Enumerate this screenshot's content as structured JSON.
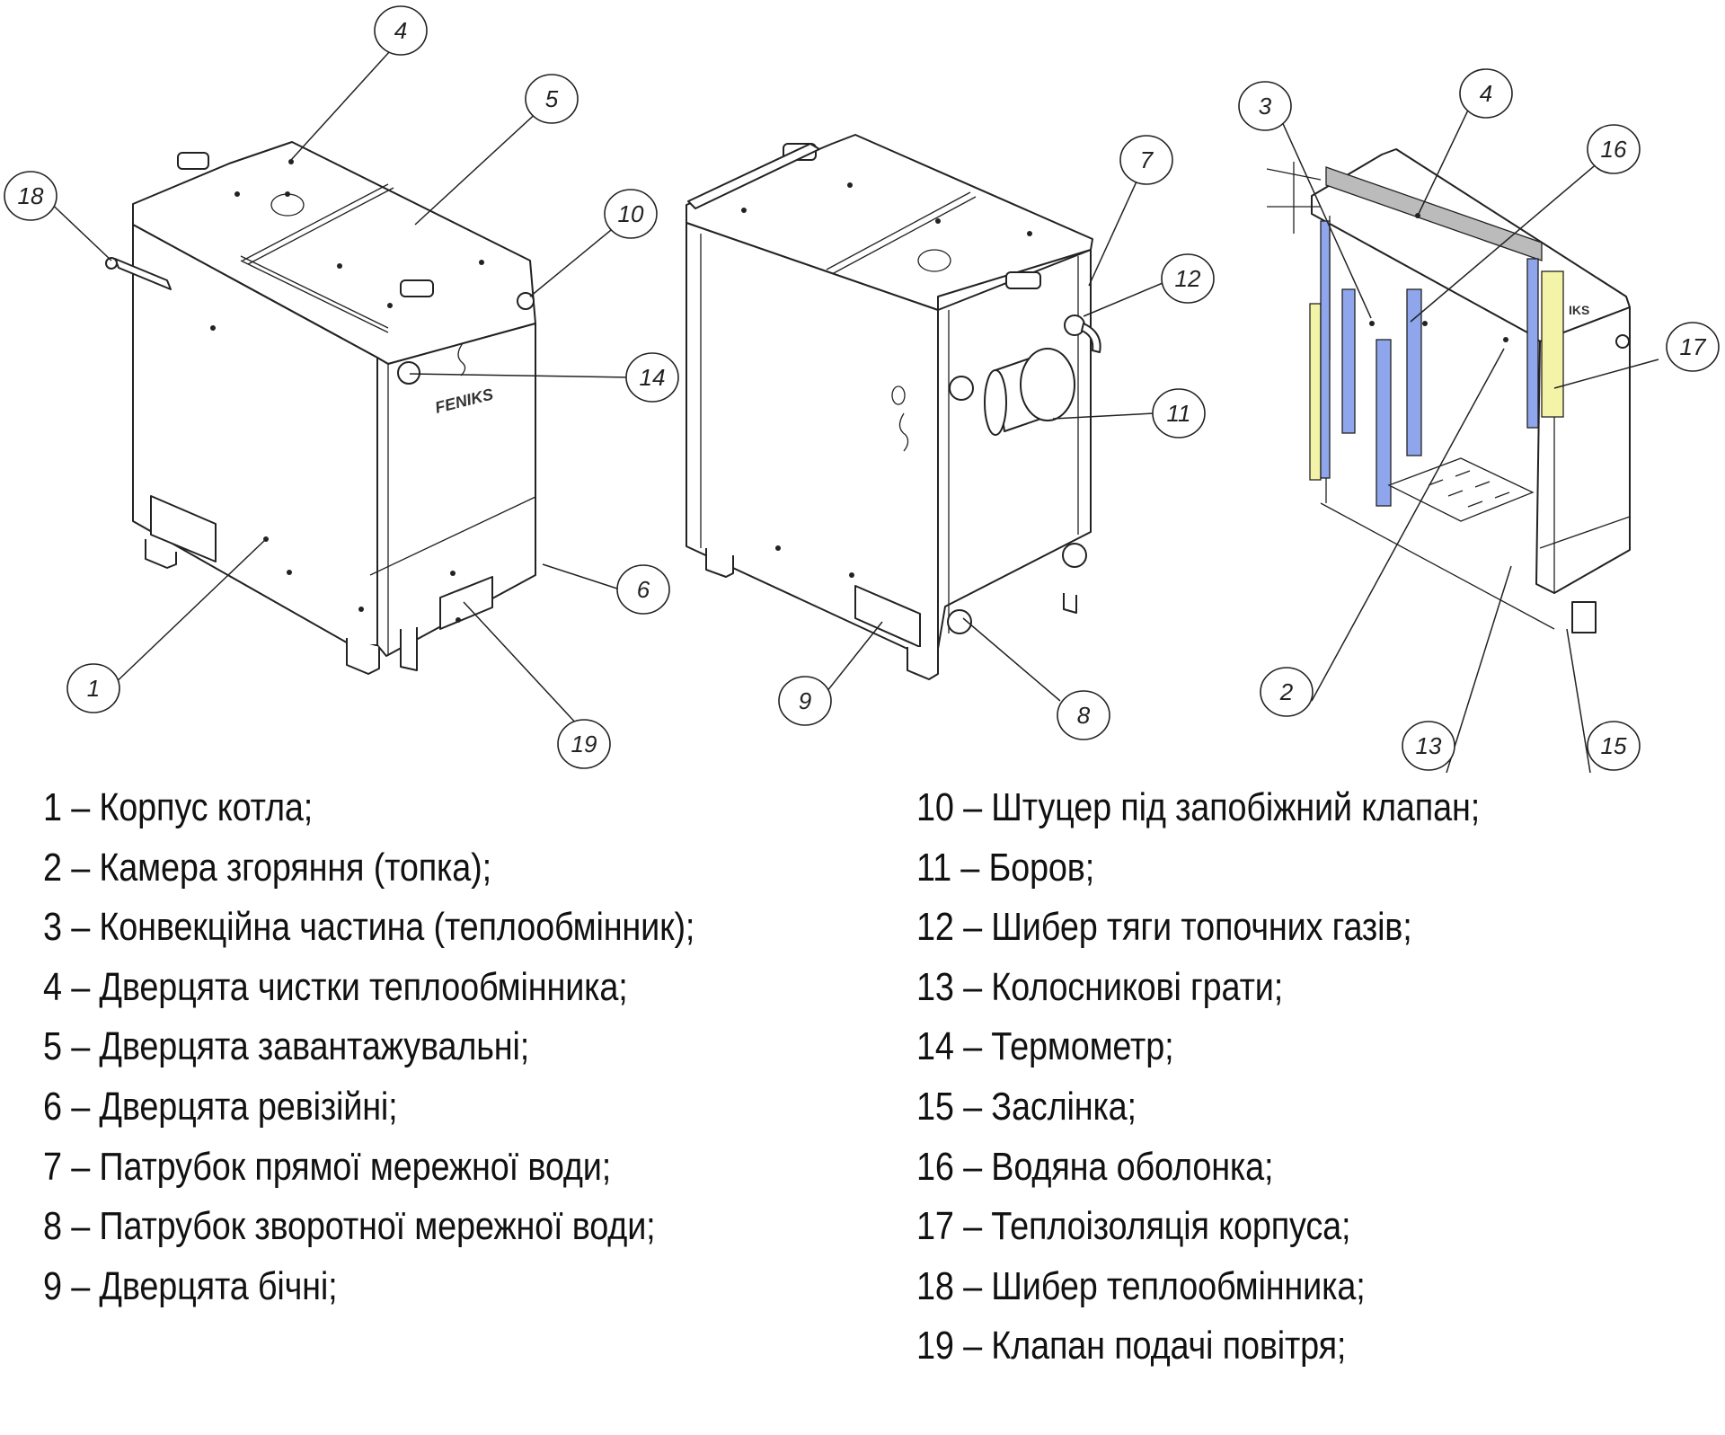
{
  "diagram": {
    "brand_label": "FENIKS",
    "colors": {
      "water_jacket": "#8fa5ec",
      "insulation": "#f4f4a8",
      "line": "#222222"
    },
    "views": [
      {
        "name": "front-left-view",
        "callouts": [
          "4",
          "5",
          "18",
          "10",
          "14",
          "1",
          "6",
          "19"
        ]
      },
      {
        "name": "rear-right-view",
        "callouts": [
          "7",
          "12",
          "11",
          "9",
          "8"
        ]
      },
      {
        "name": "cutaway-view",
        "callouts": [
          "3",
          "4",
          "16",
          "17",
          "2",
          "13",
          "15"
        ]
      }
    ]
  },
  "legend": {
    "left": [
      {
        "num": "1",
        "text": "1 – Корпус котла;"
      },
      {
        "num": "2",
        "text": "2 – Камера згоряння (топка);"
      },
      {
        "num": "3",
        "text": "3 – Конвекційна частина (теплообмінник);"
      },
      {
        "num": "4",
        "text": "4 – Дверцята чистки теплообмінника;"
      },
      {
        "num": "5",
        "text": "5 – Дверцята завантажувальні;"
      },
      {
        "num": "6",
        "text": "6 – Дверцята ревізійні;"
      },
      {
        "num": "7",
        "text": "7 – Патрубок прямої мережної води;"
      },
      {
        "num": "8",
        "text": "8 – Патрубок зворотної мережної води;"
      },
      {
        "num": "9",
        "text": "9 – Дверцята бічні;"
      }
    ],
    "right": [
      {
        "num": "10",
        "text": "10 – Штуцер під запобіжний клапан;"
      },
      {
        "num": "11",
        "text": "11 – Боров;"
      },
      {
        "num": "12",
        "text": "12 – Шибер тяги топочних газів;"
      },
      {
        "num": "13",
        "text": "13 – Колосникові грати;"
      },
      {
        "num": "14",
        "text": "14 – Термометр;"
      },
      {
        "num": "15",
        "text": "15 – Заслінка;"
      },
      {
        "num": "16",
        "text": "16 – Водяна оболонка;"
      },
      {
        "num": "17",
        "text": "17 – Теплоізоляція корпуса;"
      },
      {
        "num": "18",
        "text": "18 – Шибер теплообмінника;"
      },
      {
        "num": "19",
        "text": "19 – Клапан подачі повітря;"
      }
    ]
  }
}
